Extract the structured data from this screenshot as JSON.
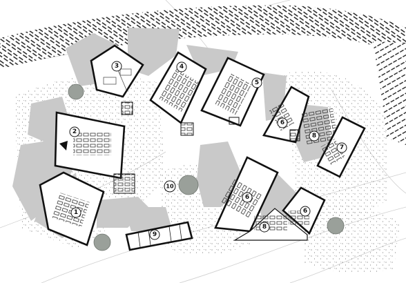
{
  "plan": {
    "background": "#ffffff",
    "shadow_color": "#c9c9c9",
    "wall_color": "#111111",
    "tree_color": "#9aa09a"
  },
  "buildings": [
    {
      "id": "b1",
      "number": "1"
    },
    {
      "id": "b2",
      "number": "2"
    },
    {
      "id": "b3",
      "number": "3"
    },
    {
      "id": "b4",
      "number": "4"
    },
    {
      "id": "b5",
      "number": "5"
    },
    {
      "id": "b6a",
      "number": "6"
    },
    {
      "id": "b6b",
      "number": "6"
    },
    {
      "id": "b6c",
      "number": "6"
    },
    {
      "id": "b7",
      "number": "7"
    },
    {
      "id": "b8",
      "number": "8"
    },
    {
      "id": "b8b",
      "number": "8"
    },
    {
      "id": "b9",
      "number": "9"
    },
    {
      "id": "b10",
      "number": "10"
    }
  ]
}
